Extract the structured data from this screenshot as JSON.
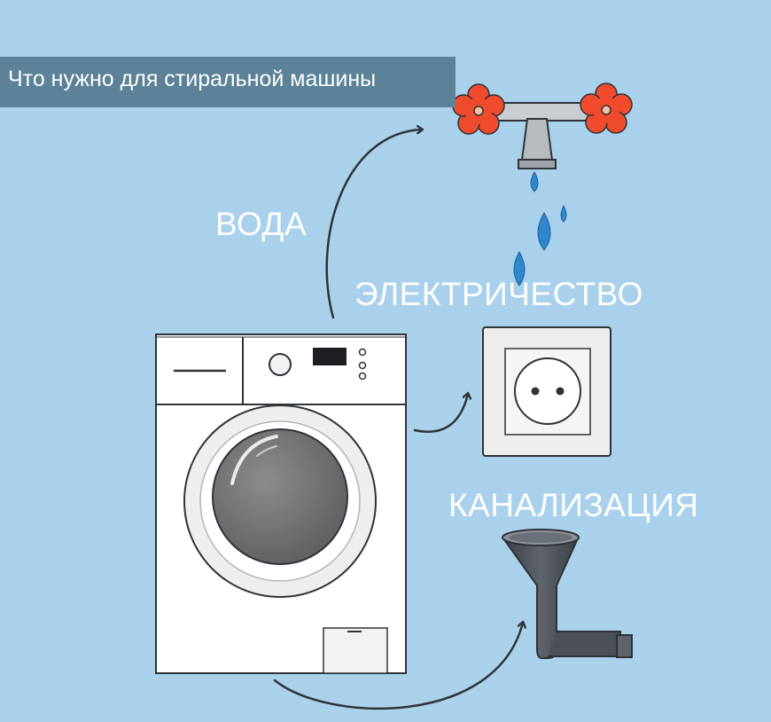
{
  "title": "Что нужно для стиральной машины",
  "labels": {
    "water": "ВОДА",
    "electricity": "ЭЛЕКТРИЧЕСТВО",
    "sewer": "КАНАЛИЗАЦИЯ"
  },
  "colors": {
    "background": "#a9d1ec",
    "title_bar": "#5b8297",
    "label_text": "#ffffff",
    "tap_flower": "#f04b2c",
    "water_drop": "#2e86cf",
    "arrow": "#2f3338",
    "funnel": "#4b4f57"
  },
  "icons": [
    "water-tap-icon",
    "water-drop-icon",
    "power-socket-icon",
    "drain-funnel-icon",
    "washing-machine-icon"
  ]
}
